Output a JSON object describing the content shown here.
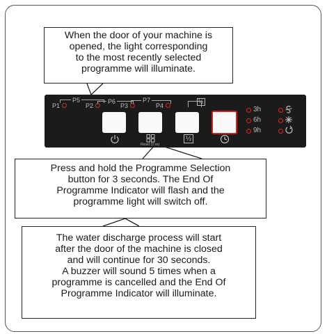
{
  "callouts": {
    "door_open": "When the door of your machine is\nopened, the light corresponding\nto the most recently selected\nprogramme will illuminate.",
    "press_hold": "Press and hold the Programme Selection\nbutton for 3 seconds. The End Of\nProgramme Indicator will flash and the\nprogramme light will switch off.",
    "discharge": "The water discharge process will start\nafter the door of the machine is closed\nand will continue for 30 seconds.\nA buzzer will sound 5 times when a\nprogramme is cancelled and the End Of\nProgramme Indicator will illuminate."
  },
  "panel": {
    "programmes": [
      "P1",
      "P2",
      "P3",
      "P4"
    ],
    "group_labels": [
      "P5",
      "P6",
      "P7"
    ],
    "reset_label": "Reset (3 sn)",
    "half_load_symbol": "½",
    "delay_times": [
      "3h",
      "6h",
      "9h"
    ],
    "icons": [
      "power-icon",
      "reset-grid-icon",
      "half-load-icon",
      "timer-icon",
      "salt-icon",
      "rinse-aid-icon",
      "end-of-programme-icon"
    ],
    "led_color": "#d62a2a",
    "panel_color": "#1b1b1b"
  }
}
